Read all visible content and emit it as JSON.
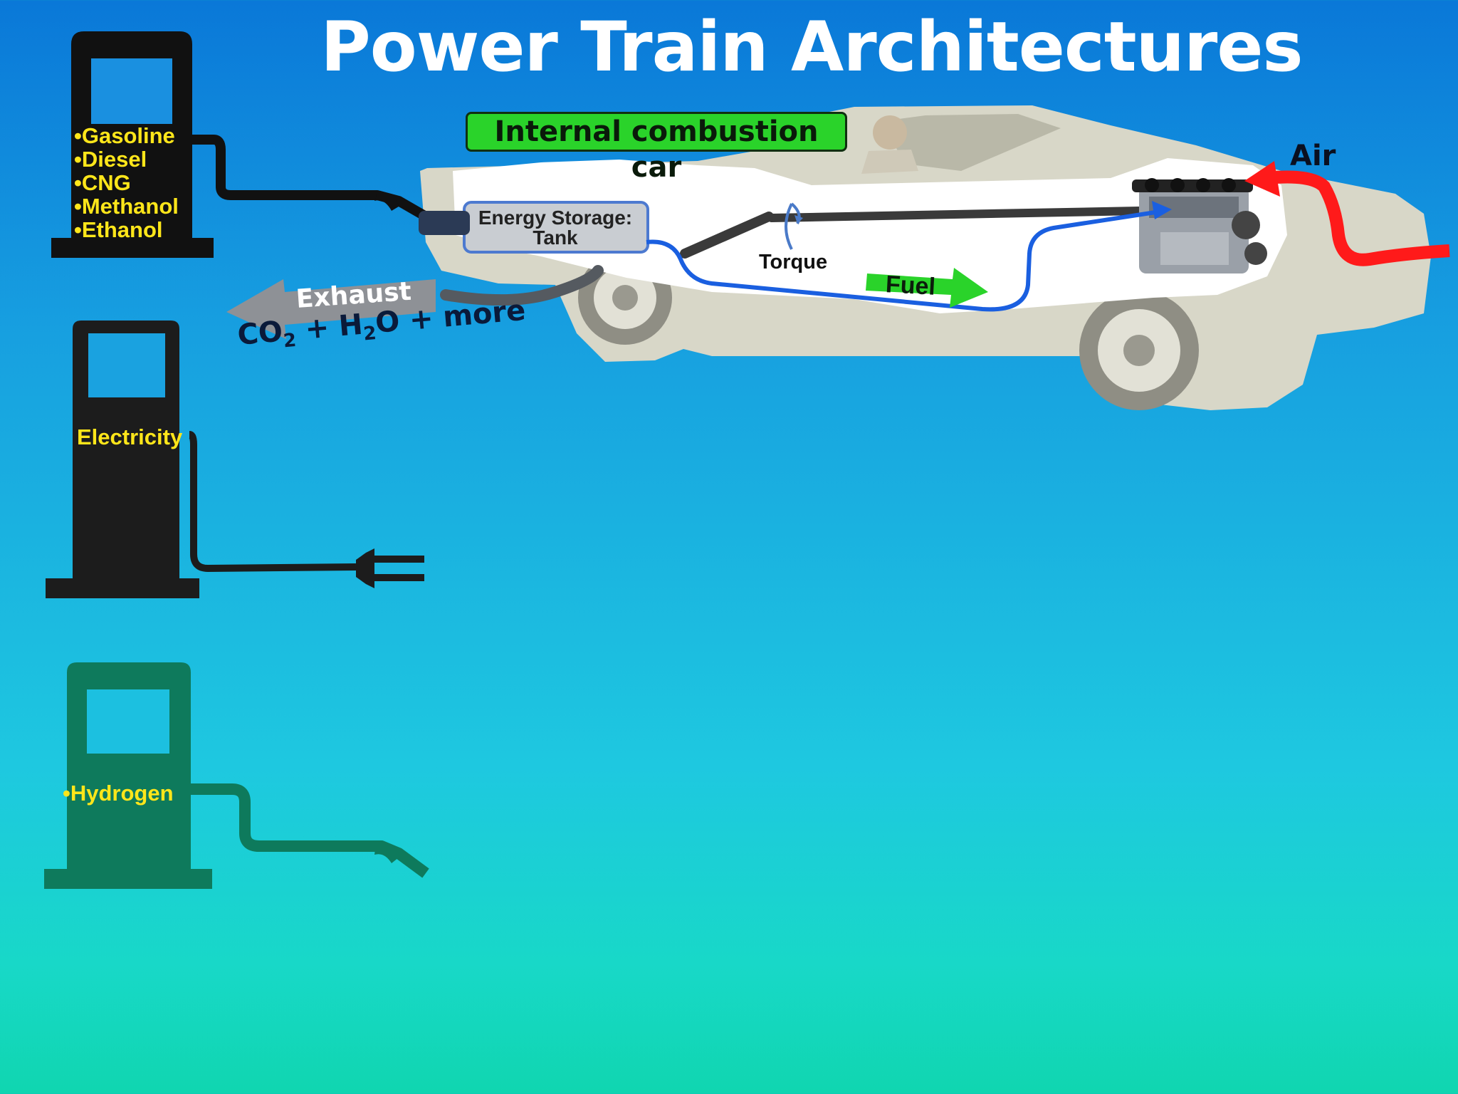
{
  "title": "Power Train Architectures",
  "pumps": {
    "liquid": {
      "fuels": [
        "Gasoline",
        "Diesel",
        "CNG",
        "Methanol",
        "Ethanol"
      ],
      "color": "#111111"
    },
    "electric": {
      "label": "Electricity",
      "color": "#1c1c1c"
    },
    "hydrogen": {
      "label": "Hydrogen",
      "color": "#0e7a5c"
    }
  },
  "car": {
    "label": "Internal combustion car",
    "tank_label": "Energy Storage: Tank",
    "torque_label": "Torque",
    "fuel_label": "Fuel",
    "air_label": "Air",
    "exhaust_label": "Exhaust",
    "emissions": {
      "co": "CO",
      "co_sub": "2",
      "plus1": " + H",
      "h_sub": "2",
      "rest": "O + more"
    }
  },
  "colors": {
    "fuel_flow": "#1a5fe0",
    "air_flow": "#ff1a1a",
    "fuel_arrow": "#2ad32a",
    "ice_label_bg": "#2ad32a",
    "label_yellow": "#ffe61a"
  }
}
